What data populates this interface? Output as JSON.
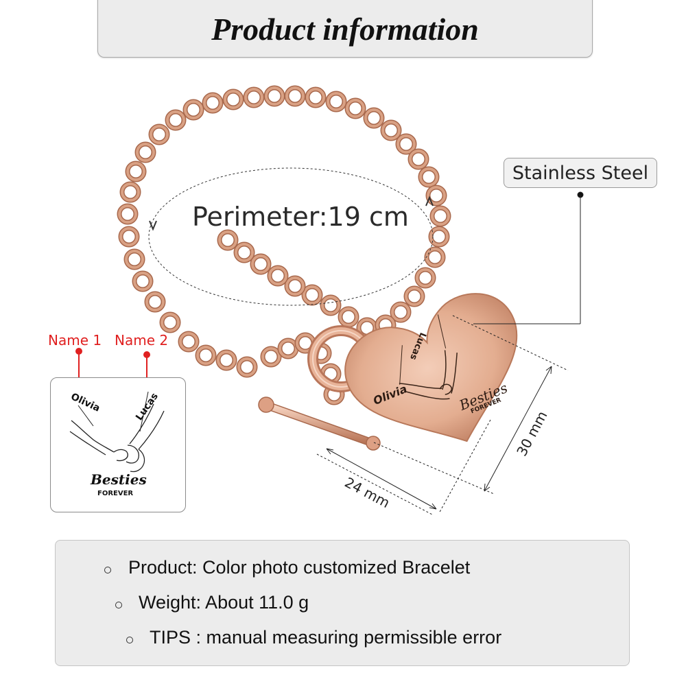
{
  "title": "Product information",
  "perimeter": "Perimeter:19 cm",
  "material": "Stainless Steel",
  "name_labels": [
    "Name 1",
    "Name 2"
  ],
  "engraving": {
    "name1": "Olivia",
    "name2": "Lucas",
    "script": "Besties",
    "sub": "FOREVER"
  },
  "dimensions": {
    "width": "24 mm",
    "height": "30 mm"
  },
  "info": {
    "product": "Product: Color photo customized Bracelet",
    "weight": "Weight: About 11.0 g",
    "tips": "TIPS : manual measuring permissible error"
  },
  "colors": {
    "rose_gold": "#d9a184",
    "rose_gold_dark": "#a8684c",
    "name_label": "#e02020"
  }
}
